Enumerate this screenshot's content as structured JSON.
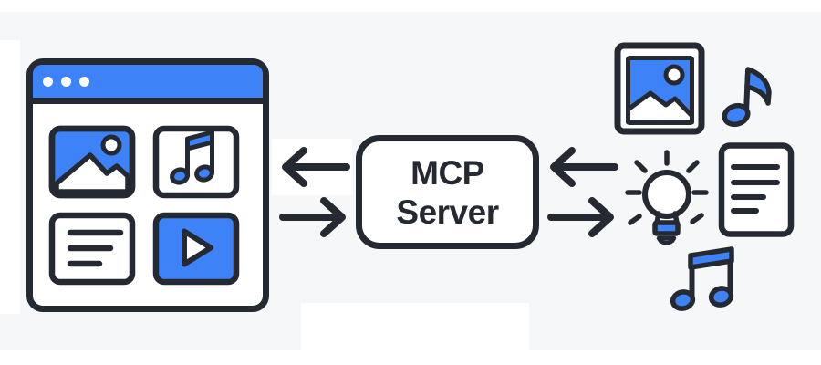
{
  "colors": {
    "accent_blue": "#3e82f7",
    "ink": "#252a32",
    "background": "#f6f7f8",
    "surface": "#ffffff"
  },
  "client_window": {
    "description": "client app window with media tile grid",
    "titlebar": {
      "dot_count": 3
    },
    "tiles": [
      {
        "id": "image",
        "icon": "image-icon",
        "background": "blue"
      },
      {
        "id": "music",
        "icon": "beamed-notes-icon",
        "background": "white"
      },
      {
        "id": "text",
        "icon": "text-lines-icon",
        "background": "white"
      },
      {
        "id": "video",
        "icon": "play-icon",
        "background": "blue"
      }
    ]
  },
  "server": {
    "line1": "MCP",
    "line2": "Server"
  },
  "connections": {
    "client_server_arrows": [
      {
        "direction": "left"
      },
      {
        "direction": "right"
      }
    ],
    "server_resource_arrows": [
      {
        "direction": "left"
      },
      {
        "direction": "right"
      }
    ]
  },
  "resources": [
    {
      "id": "photo",
      "icon": "framed-image-icon"
    },
    {
      "id": "audio",
      "icon": "eighth-note-icon"
    },
    {
      "id": "idea",
      "icon": "lightbulb-icon"
    },
    {
      "id": "document",
      "icon": "document-icon"
    },
    {
      "id": "music",
      "icon": "beamed-notes-icon"
    }
  ]
}
